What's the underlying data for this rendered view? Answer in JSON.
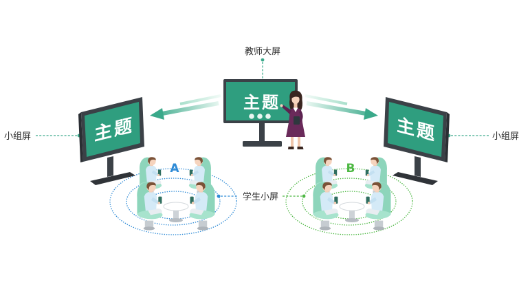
{
  "labels": {
    "teacher_screen": "教师大屏",
    "group_screen_left": "小组屏",
    "group_screen_right": "小组屏",
    "student_screen": "学生小屏"
  },
  "screens": {
    "teacher_topic": "主题",
    "left_group_topic": "主题",
    "right_group_topic": "主题"
  },
  "groups": {
    "a": {
      "label": "A",
      "color": "#2f8bd6"
    },
    "b": {
      "label": "B",
      "color": "#4db843"
    }
  },
  "colors": {
    "accent": "#3aa98a",
    "screen": "#2f9e7f",
    "frame": "#3b4147"
  }
}
